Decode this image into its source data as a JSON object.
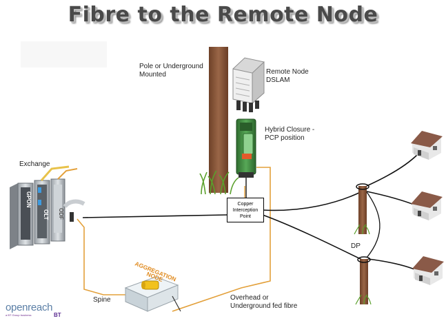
{
  "title": "Fibre to the Remote Node",
  "labels": {
    "pole": [
      "Pole or Underground",
      "Mounted"
    ],
    "remote_node": [
      "Remote Node",
      "DSLAM"
    ],
    "hybrid_closure": [
      "Hybrid Closure -",
      "PCP position"
    ],
    "exchange": "Exchange",
    "copper_interception": [
      "Copper",
      "Interception",
      "Point"
    ],
    "dp": "DP",
    "spine": "Spine",
    "fed_fibre": [
      "Overhead or",
      "Underground fed fibre"
    ],
    "aggregation_node": [
      "AGGREGATION",
      "NODE"
    ]
  },
  "exchange_rack_text": {
    "gpon": "GPON",
    "olt": "OLT",
    "odf": "ODF"
  },
  "logo": {
    "name": "openreach",
    "tagline": "a BT Group business",
    "bt": "BT"
  },
  "colors": {
    "fibre": "#e3a03a",
    "copper_cable": "#111111",
    "pole": "#8b5a3c",
    "closure": "#3f8a3f",
    "aggregation_text": "#e08a1e"
  }
}
